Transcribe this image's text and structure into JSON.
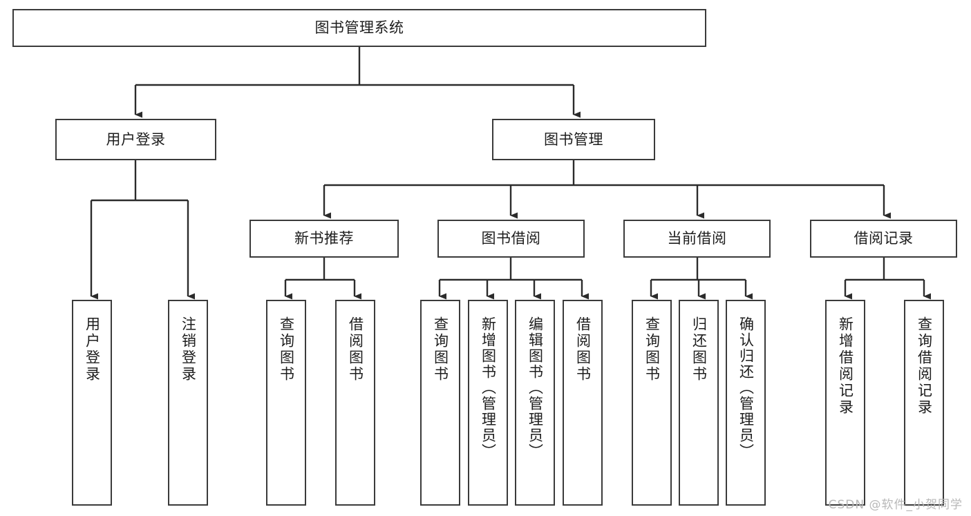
{
  "diagram": {
    "title": "图书管理系统",
    "type": "tree-hierarchy",
    "watermark": "CSDN @软件_小贺同学",
    "colors": {
      "box_border": "#3a3a3a",
      "box_fill": "#ffffff",
      "connector": "#2b2b2b",
      "text": "#1d1d1d",
      "watermark": "#b8b8b8",
      "background": "#ffffff"
    },
    "root": {
      "label": "图书管理系统"
    },
    "level2": [
      {
        "label": "用户登录"
      },
      {
        "label": "图书管理"
      }
    ],
    "level3": [
      {
        "label": "新书推荐"
      },
      {
        "label": "图书借阅"
      },
      {
        "label": "当前借阅"
      },
      {
        "label": "借阅记录"
      }
    ],
    "leaves": {
      "user_login": [
        {
          "label": "用户登录"
        },
        {
          "label": "注销登录"
        }
      ],
      "new_book_recommend": [
        {
          "label": "查询图书"
        },
        {
          "label": "借阅图书"
        }
      ],
      "book_borrow": [
        {
          "label": "查询图书"
        },
        {
          "label": "新增图书（管理员）"
        },
        {
          "label": "编辑图书（管理员）"
        },
        {
          "label": "借阅图书"
        }
      ],
      "current_borrow": [
        {
          "label": "查询图书"
        },
        {
          "label": "归还图书"
        },
        {
          "label": "确认归还（管理员）"
        }
      ],
      "borrow_record": [
        {
          "label": "新增借阅记录"
        },
        {
          "label": "查询借阅记录"
        }
      ]
    }
  }
}
